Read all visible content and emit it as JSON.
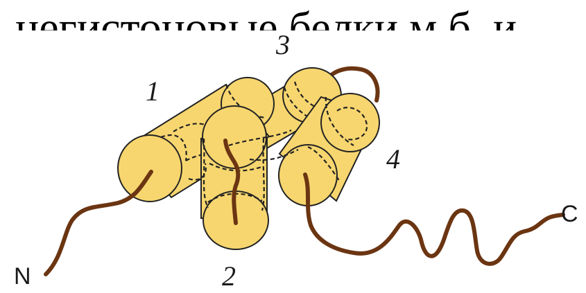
{
  "title": "негистоновые белки м.б. и",
  "labels": {
    "helix_1": "1",
    "helix_2": "2",
    "helix_3": "3",
    "helix_4": "4",
    "n_terminus": "N",
    "c_terminus": "C"
  },
  "colors": {
    "helix_fill": "#f7d66f",
    "outline": "#222222",
    "chain": "#6b3512"
  }
}
